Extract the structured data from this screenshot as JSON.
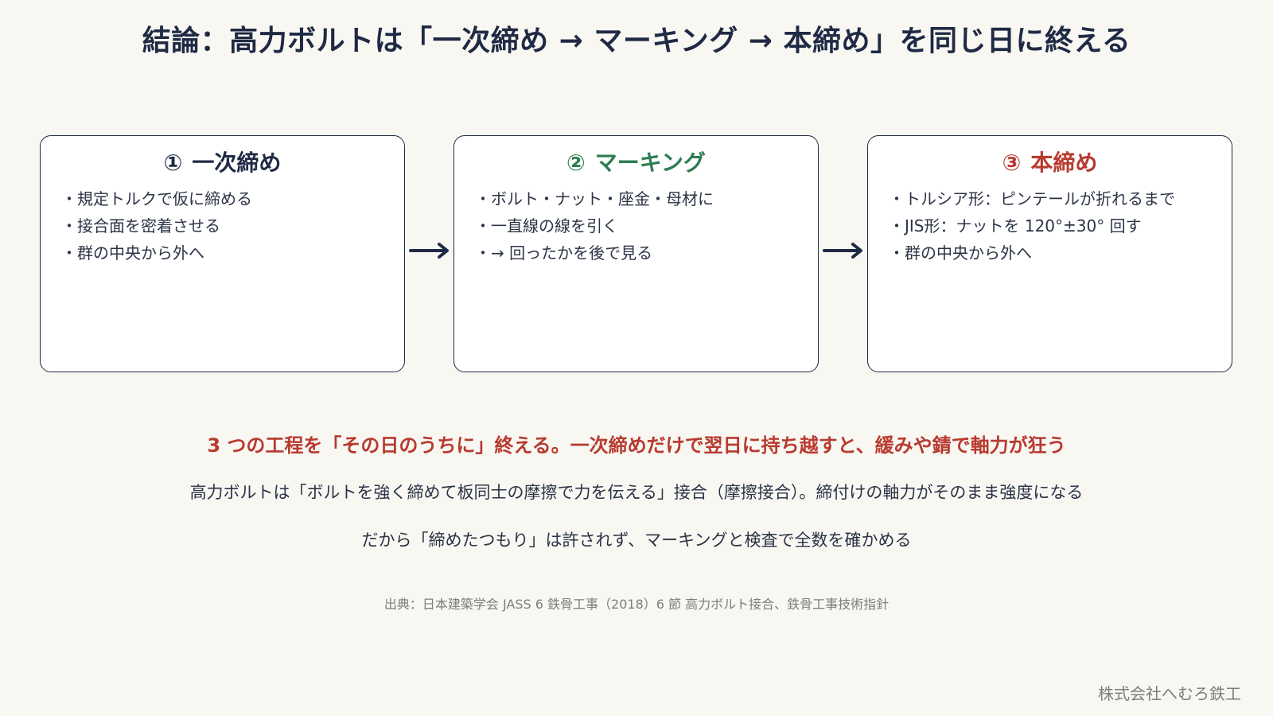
{
  "title": "結論：高力ボルトは「一次締め → マーキング → 本締め」を同じ日に終える",
  "colors": {
    "navy": "#1f2a44",
    "green": "#2e7d52",
    "red": "#b83a2f",
    "background": "#f8f7f2"
  },
  "bullet_glyph": "・",
  "steps": [
    {
      "number": "①",
      "label": "一次締め",
      "color": "#1f2a44",
      "bullets": [
        "規定トルクで仮に締める",
        "接合面を密着させる",
        "群の中央から外へ"
      ]
    },
    {
      "number": "②",
      "label": "マーキング",
      "color": "#2e7d52",
      "bullets": [
        "ボルト・ナット・座金・母材に",
        "一直線の線を引く",
        "→ 回ったかを後で見る"
      ]
    },
    {
      "number": "③",
      "label": "本締め",
      "color": "#b83a2f",
      "bullets": [
        "トルシア形：ピンテールが折れるまで",
        "JIS形：ナットを 120°±30° 回す",
        "群の中央から外へ"
      ]
    }
  ],
  "arrows": [
    "arrow-right-icon",
    "arrow-right-icon"
  ],
  "headline": "3 つの工程を「その日のうちに」終える。一次締めだけで翌日に持ち越すと、緩みや錆で軸力が狂う",
  "body": [
    "高力ボルトは「ボルトを強く締めて板同士の摩擦で力を伝える」接合（摩擦接合）。締付けの軸力がそのまま強度になる",
    "だから「締めたつもり」は許されず、マーキングと検査で全数を確かめる"
  ],
  "source": "出典：日本建築学会 JASS 6 鉄骨工事（2018）6 節 高力ボルト接合、鉄骨工事技術指針",
  "company": "株式会社へむろ鉄工"
}
